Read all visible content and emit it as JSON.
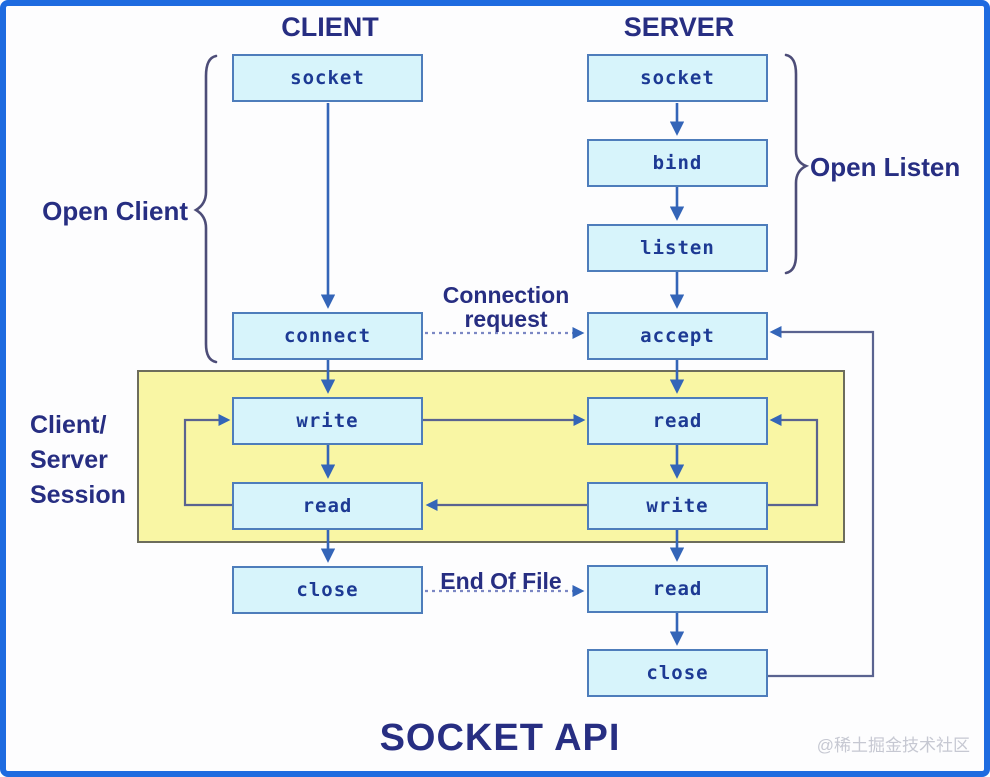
{
  "colors": {
    "frame_blue": "#1e6be0",
    "box_fill": "#d7f4fb",
    "box_border": "#4e7dbb",
    "box_text": "#1d3a94",
    "session_fill": "#f9f6a4",
    "session_border": "#6d6d5c",
    "arrow_blue": "#3465b8",
    "wire_slate": "#5a6390",
    "dash_blue": "#7b87c4",
    "text_navy": "#272e82",
    "watermark_gray": "#c6c8d2"
  },
  "columns": {
    "client": "CLIENT",
    "server": "SERVER"
  },
  "client_nodes": {
    "socket": "socket",
    "connect": "connect",
    "write": "write",
    "read": "read",
    "close": "close"
  },
  "server_nodes": {
    "socket": "socket",
    "bind": "bind",
    "listen": "listen",
    "accept": "accept",
    "read1": "read",
    "write": "write",
    "read2": "read",
    "close": "close"
  },
  "annotations": {
    "open_client": "Open Client",
    "open_listen": "Open Listen",
    "session": [
      "Client/",
      "Server",
      "Session"
    ],
    "connection_request": [
      "Connection",
      "request"
    ],
    "end_of_file": "End Of File"
  },
  "title": "SOCKET API",
  "watermark": "@稀土掘金技术社区"
}
